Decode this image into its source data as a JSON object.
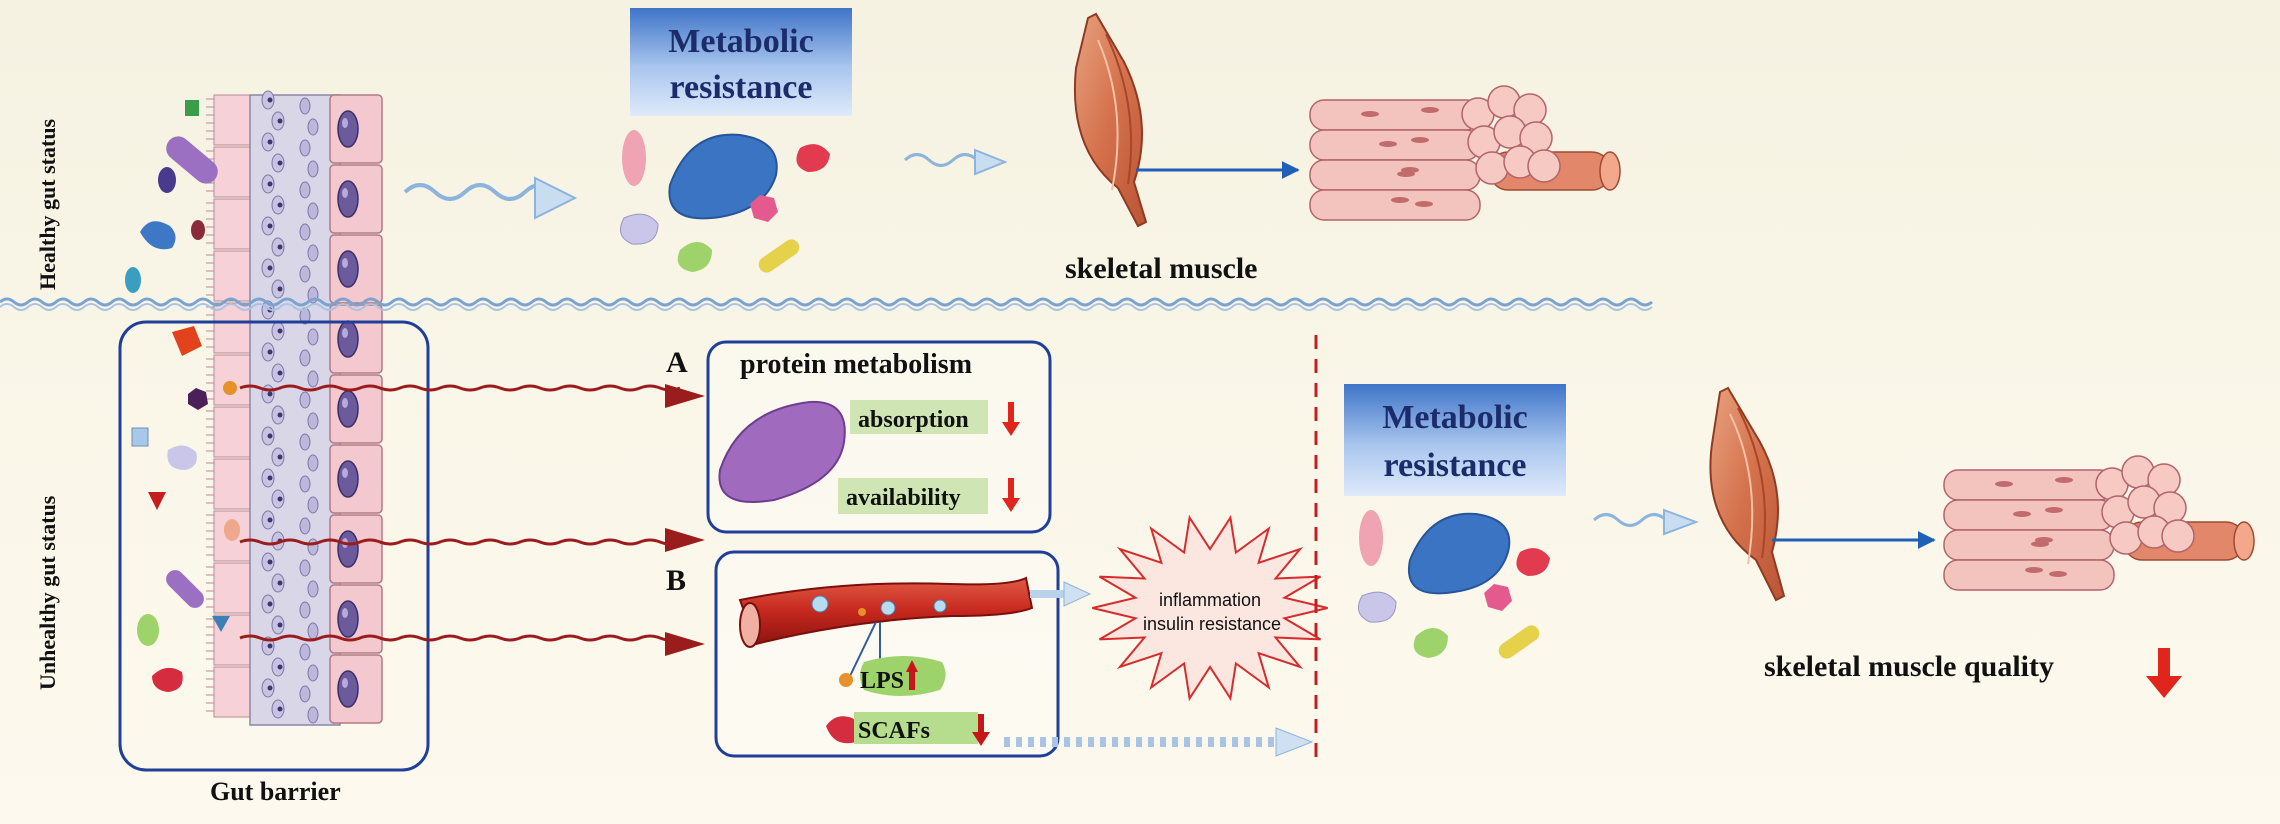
{
  "labels": {
    "healthy_status": "Healthy gut status",
    "unhealthy_status": "Unhealthy gut status",
    "gut_barrier": "Gut barrier",
    "metabolic_line1": "Metabolic",
    "metabolic_line2": "resistance",
    "skeletal_muscle": "skeletal muscle",
    "skeletal_muscle_quality": "skeletal muscle quality",
    "panel_a": "A",
    "panel_b": "B",
    "protein_metabolism": "protein metabolism",
    "absorption": "absorption",
    "availability": "availability",
    "lps": "LPS",
    "scafs": "SCAFs",
    "inflammation": "inflammation",
    "insulin_resistance": "insulin resistance"
  },
  "colors": {
    "background": "#fbf7ea",
    "metabolic_box": "#5a8fd6",
    "frame_blue": "#1f3f9a",
    "dark_red": "#9b1c1c",
    "down_arrow_red": "#e0261c",
    "up_arrow_red": "#c5161a",
    "muscle": "#d97a55",
    "cell_pink": "#f4c8cf",
    "nucleus": "#6b5a9c",
    "green_label": "#cfe6b4"
  }
}
